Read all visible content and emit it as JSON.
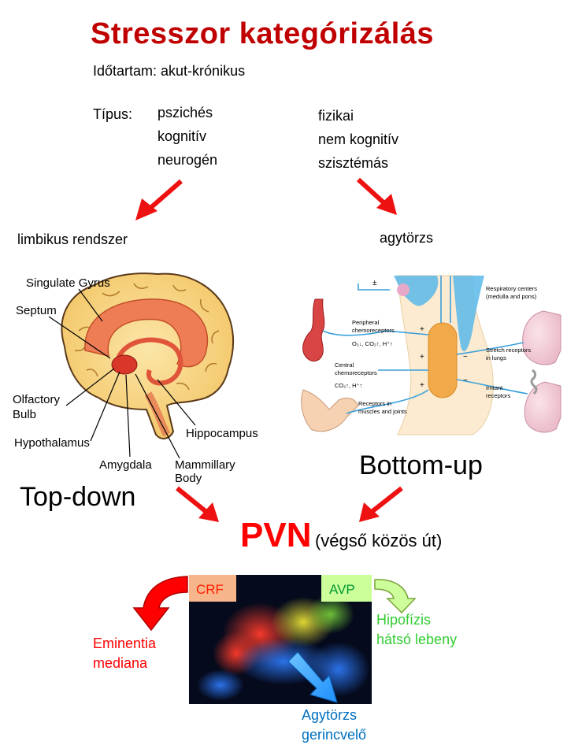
{
  "title": "Stresszor kategórizálás",
  "duration_line": "Időtartam: akut-krónikus",
  "type_label": "Típus:",
  "psychic_types": [
    "pszichés",
    "kognitív",
    "neurogén"
  ],
  "physical_types": [
    "fizikai",
    "nem kognitív",
    "szisztémás"
  ],
  "limbic_label": "limbikus rendszer",
  "brainstem_label": "agytörzs",
  "brain_labels": {
    "singulate": "Singulate Gyrus",
    "septum": "Septum",
    "olfactory1": "Olfactory",
    "olfactory2": "Bulb",
    "hypothalamus": "Hypothalamus",
    "amygdala": "Amygdala",
    "mammillary1": "Mammillary",
    "mammillary2": "Body",
    "hippocampus": "Hippocampus"
  },
  "resp_labels": {
    "plusminus": "±",
    "centers1": "Respiratory centers",
    "centers2": "(medulla and pons)",
    "peripheral1": "Peripheral",
    "peripheral2": "chemoreceptors",
    "peripheral3": "O₂↓, CO₂↑, H⁺↑",
    "central1": "Central",
    "central2": "chemoreceptors",
    "central3": "CO₂↑, H⁺↑",
    "stretch1": "Stretch receptors",
    "stretch2": "in lungs",
    "irritant1": "Irritant",
    "irritant2": "receptors",
    "muscles1": "Receptors in",
    "muscles2": "muscles and joints",
    "plus": "+",
    "minus": "−"
  },
  "bottom_up": "Bottom-up",
  "top_down": "Top-down",
  "pvn": "PVN",
  "pvn_sub": "(végső közös út)",
  "crf": "CRF",
  "avp": "AVP",
  "eminentia": [
    "Eminentia",
    "mediana"
  ],
  "hipofizis": [
    "Hipofízis",
    "hátsó lebeny"
  ],
  "agytorzs_out": [
    "Agytörzs",
    "gerincvelő"
  ],
  "colors": {
    "title": "#c00000",
    "arrow_red": "#ee1111",
    "pvn": "#ff0000",
    "crf_box": "#f7b58b",
    "avp_box": "#ccff99",
    "eminentia_text": "#ff0000",
    "hipofizis_text": "#33cc33",
    "agytorzs_text": "#0070c0"
  }
}
